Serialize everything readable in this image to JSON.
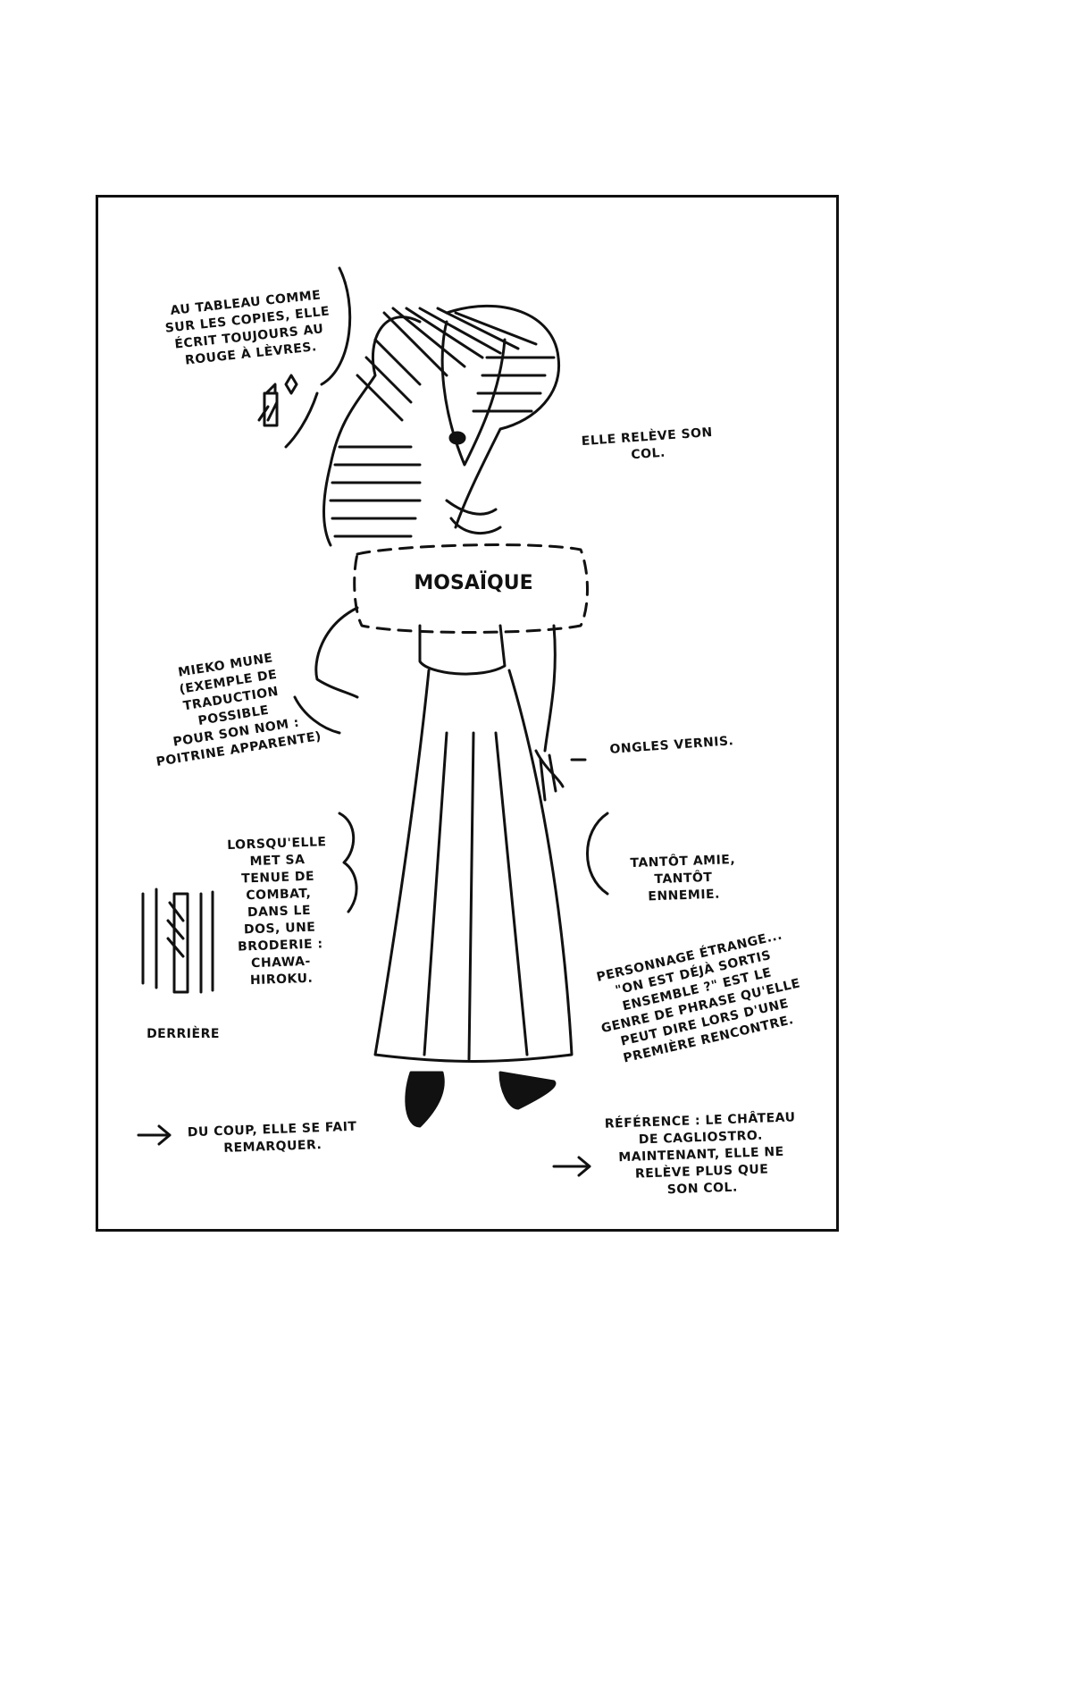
{
  "notes": {
    "lipstick": "AU TABLEAU COMME\nSUR LES COPIES, ELLE\nÉCRIT TOUJOURS AU\nROUGE À LÈVRES.",
    "collar": "ELLE RELÈVE SON COL.",
    "mosaic": "MOSAÏQUE",
    "name": "MIEKO MUNE\n(EXEMPLE DE\nTRADUCTION POSSIBLE\nPOUR SON NOM :\nPOITRINE APPARENTE)",
    "nails": "ONGLES VERNIS.",
    "friend": "TANTÔT AMIE,\nTANTÔT ENNEMIE.",
    "back_embroidery": "LORSQU'ELLE\nMET SA\nTENUE DE\nCOMBAT,\nDANS LE\nDOS, UNE\nBRODERIE :\nCHAWA-\nHIROKU.",
    "behind": "DERRIÈRE",
    "strange": "PERSONNAGE ÉTRANGE...\n\"ON EST DÉJÀ SORTIS\nENSEMBLE ?\" EST LE\nGENRE DE PHRASE QU'ELLE\nPEUT DIRE LORS D'UNE\nPREMIÈRE RENCONTRE.",
    "noticed": "DU COUP, ELLE SE FAIT\nREMARQUER.",
    "reference": "RÉFÉRENCE : LE CHÂTEAU\nDE CAGLIOSTRO.\nMAINTENANT, ELLE NE\nRELÈVE PLUS QUE\nSON COL."
  },
  "colors": {
    "ink": "#111111",
    "paper": "#ffffff"
  }
}
